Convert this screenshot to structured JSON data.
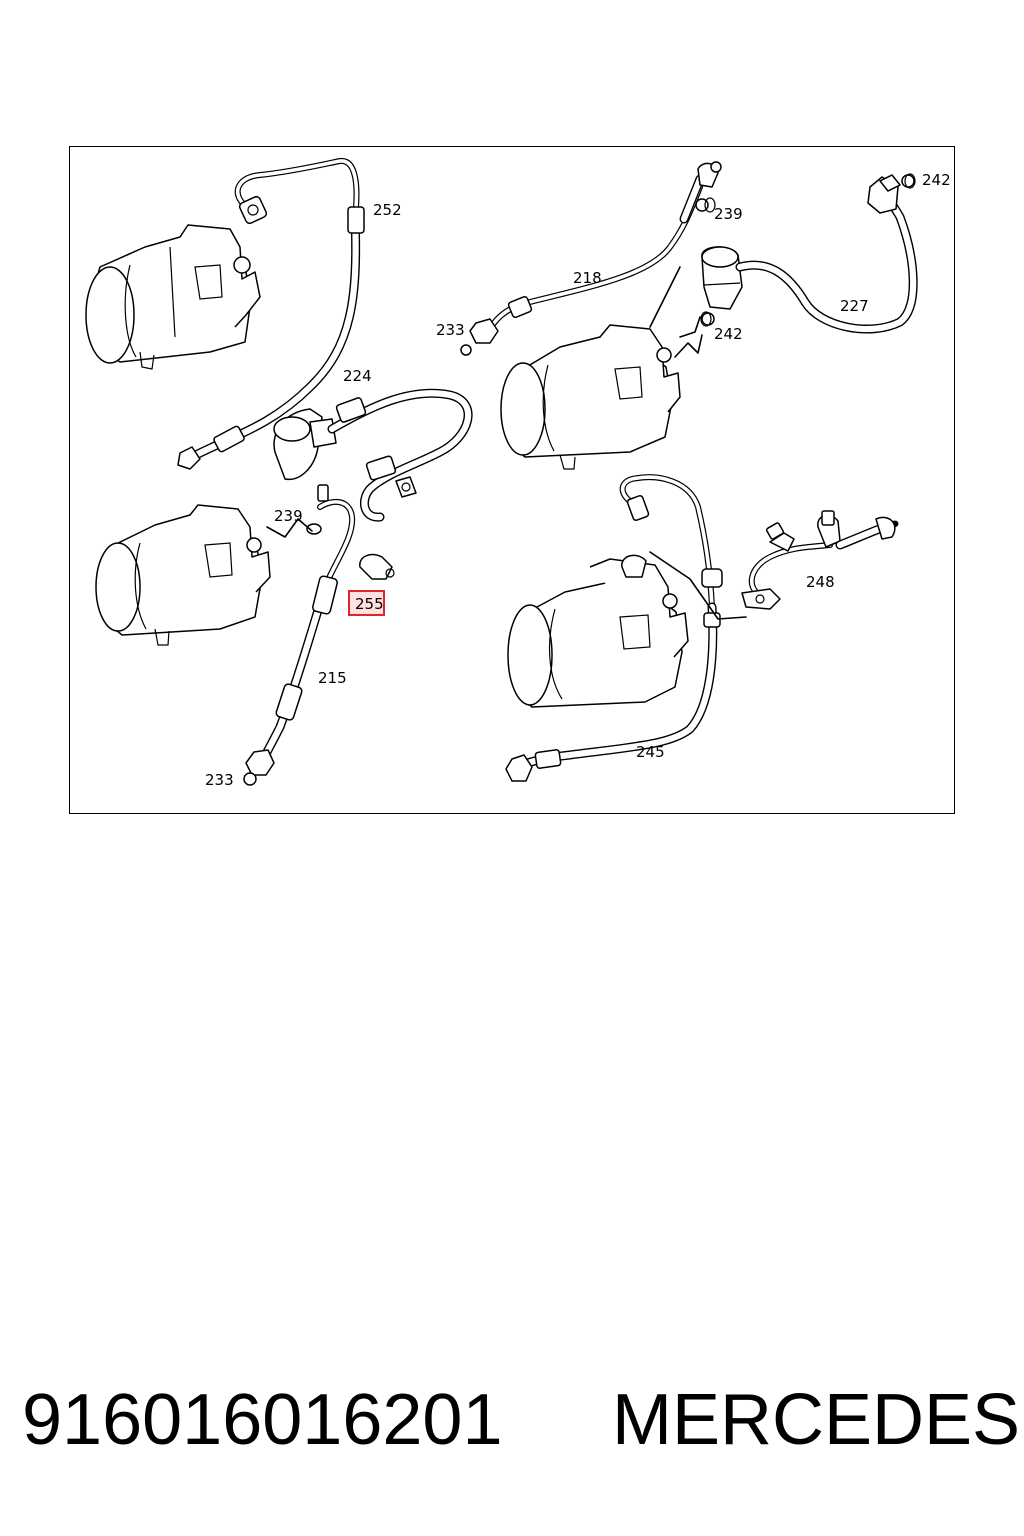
{
  "diagram": {
    "highlight_color": "#e0262b",
    "highlighted_label": "255",
    "labels": {
      "p252": "252",
      "p242a": "242",
      "p239a": "239",
      "p218": "218",
      "p227": "227",
      "p233a": "233",
      "p242b": "242",
      "p224": "224",
      "p239b": "239",
      "p255": "255",
      "p215": "215",
      "p248": "248",
      "p245": "245",
      "p233b": "233"
    }
  },
  "footer": {
    "part_number": "916016016201",
    "brand": "MERCEDES"
  }
}
